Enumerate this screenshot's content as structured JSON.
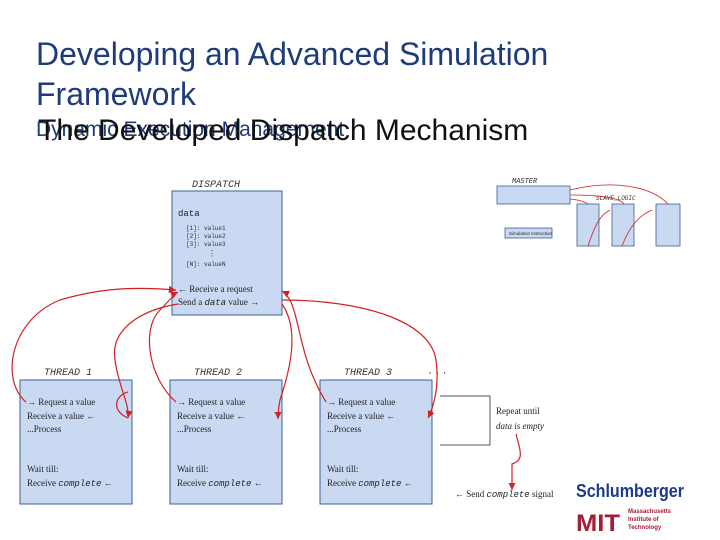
{
  "slide": {
    "title": "Developing an Advanced Simulation Framework",
    "subtitle": "Dynamic Execution Management",
    "heading": "The Developed Dispatch Mechanism"
  },
  "diagram": {
    "dispatch": {
      "label": "DISPATCH",
      "data_label": "data",
      "values": [
        "[1]: value1",
        "[2]: value2",
        "[3]: value3",
        "[N]: valueN"
      ],
      "ellipsis": "⋮",
      "receive": "← Receive a request",
      "send_prefix": "Send a",
      "send_mono": "data",
      "send_suffix": "value →"
    },
    "threads": [
      {
        "label": "THREAD 1"
      },
      {
        "label": "THREAD 2"
      },
      {
        "label": "THREAD 3"
      }
    ],
    "thread_lines": {
      "request": "→ Request a value",
      "receive": "Receive a value ←",
      "process": "...Process",
      "wait": "Wait till:",
      "complete_prefix": "Receive",
      "complete_mono": "complete",
      "complete_suffix": "←"
    },
    "more": "· · ·",
    "repeat_line1": "Repeat until",
    "repeat_line2": "data is empty",
    "send_complete_prefix": "← Send",
    "send_complete_mono": "complete",
    "send_complete_suffix": "signal",
    "inset": {
      "master": "MASTER",
      "slave": "SLAVE_LOGIC",
      "sim": "Simulation Instruction"
    },
    "colors": {
      "box_fill": "#c9d9f2",
      "box_stroke": "#3e5f92",
      "arrow": "#d42020"
    }
  },
  "logos": {
    "schlumberger": "Schlumberger",
    "mit_mark": "MIT",
    "mit_line1": "Massachusetts",
    "mit_line2": "Institute of",
    "mit_line3": "Technology"
  }
}
